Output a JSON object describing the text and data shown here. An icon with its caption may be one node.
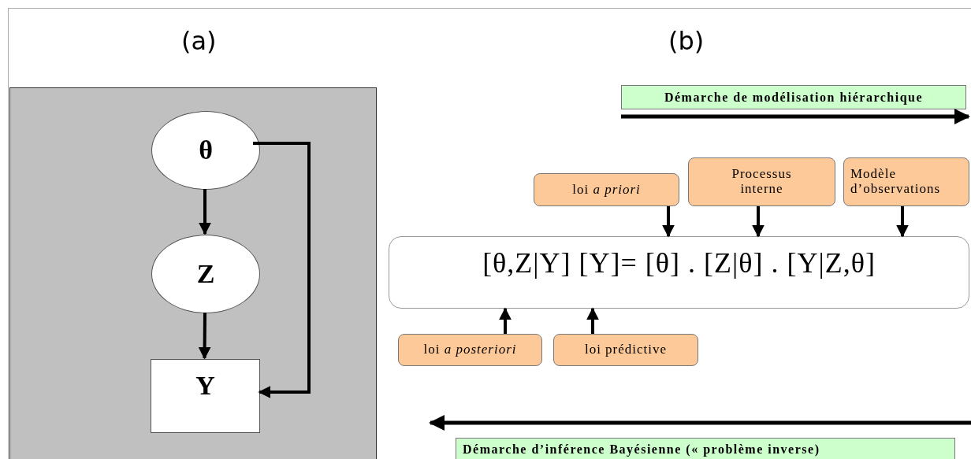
{
  "diagram": {
    "nodes": [
      {
        "text": [],
        "shape": "box"
      },
      {
        "text": [
          "θ"
        ],
        "in": 0
      },
      {
        "text": [
          "Z"
        ],
        "in": 0
      },
      {
        "text": [
          "Y"
        ],
        "in": 0
      },
      {
        "text": [
          "[θ,Z|Y] [Y]= [θ] . [Z|θ] . [Y|Z,θ]"
        ]
      },
      {
        "text": [
          "loi *a priori*"
        ]
      },
      {
        "text": [
          "Processus interne"
        ]
      },
      {
        "text": [
          "Modèle d’observations"
        ]
      },
      {
        "text": [
          "loi *a posteriori*"
        ]
      },
      {
        "text": [
          "loi prédictive"
        ]
      },
      {
        "text": [
          "Démarche de modélisation hiérarchique"
        ]
      },
      {
        "text": [
          "Démarche d’inférence Bayésienne (« problème inverse)"
        ]
      }
    ],
    "edges": [
      {
        "from": 1,
        "to": 2,
        "arrow": "to"
      },
      {
        "from": 2,
        "to": 3,
        "arrow": "to"
      },
      {
        "from": 1,
        "to": 3,
        "arrow": "to"
      },
      {
        "from": 5,
        "to": 4,
        "arrow": "to"
      },
      {
        "from": 6,
        "to": 4,
        "arrow": "to"
      },
      {
        "from": 7,
        "to": 4,
        "arrow": "to"
      },
      {
        "from": 8,
        "to": 4,
        "arrow": "to"
      },
      {
        "from": 9,
        "to": 4,
        "arrow": "to"
      }
    ],
    "labels": [
      "(a)",
      "(b)"
    ]
  }
}
